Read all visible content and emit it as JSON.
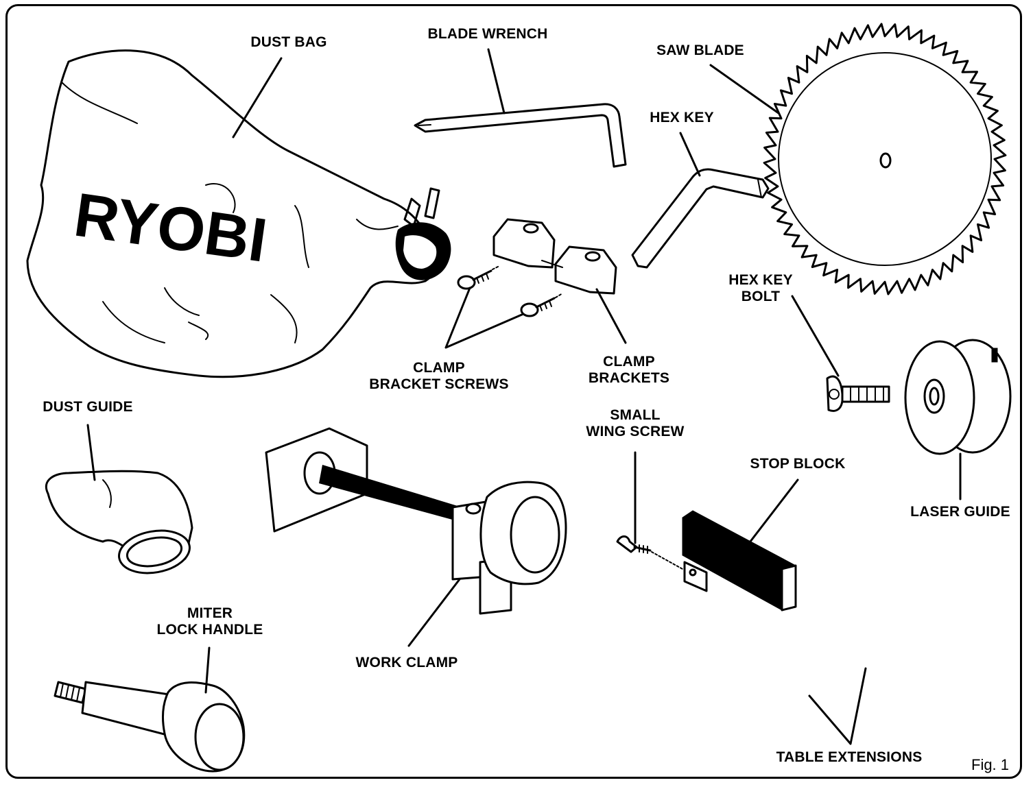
{
  "figure": {
    "caption": "Fig. 1",
    "brand_logo": "RYOBI"
  },
  "labels": {
    "dust_bag": "DUST BAG",
    "blade_wrench": "BLADE WRENCH",
    "saw_blade": "SAW BLADE",
    "hex_key": "HEX KEY",
    "hex_key_bolt": [
      "HEX KEY",
      "BOLT"
    ],
    "clamp_bracket_screws": [
      "CLAMP",
      "BRACKET SCREWS"
    ],
    "clamp_brackets": [
      "CLAMP",
      "BRACKETS"
    ],
    "dust_guide": "DUST GUIDE",
    "small_wing_screw": [
      "SMALL",
      "WING SCREW"
    ],
    "stop_block": "STOP BLOCK",
    "laser_guide": "LASER GUIDE",
    "miter_lock_handle": [
      "MITER",
      "LOCK HANDLE"
    ],
    "work_clamp": "WORK CLAMP",
    "table_extensions": "TABLE EXTENSIONS"
  }
}
